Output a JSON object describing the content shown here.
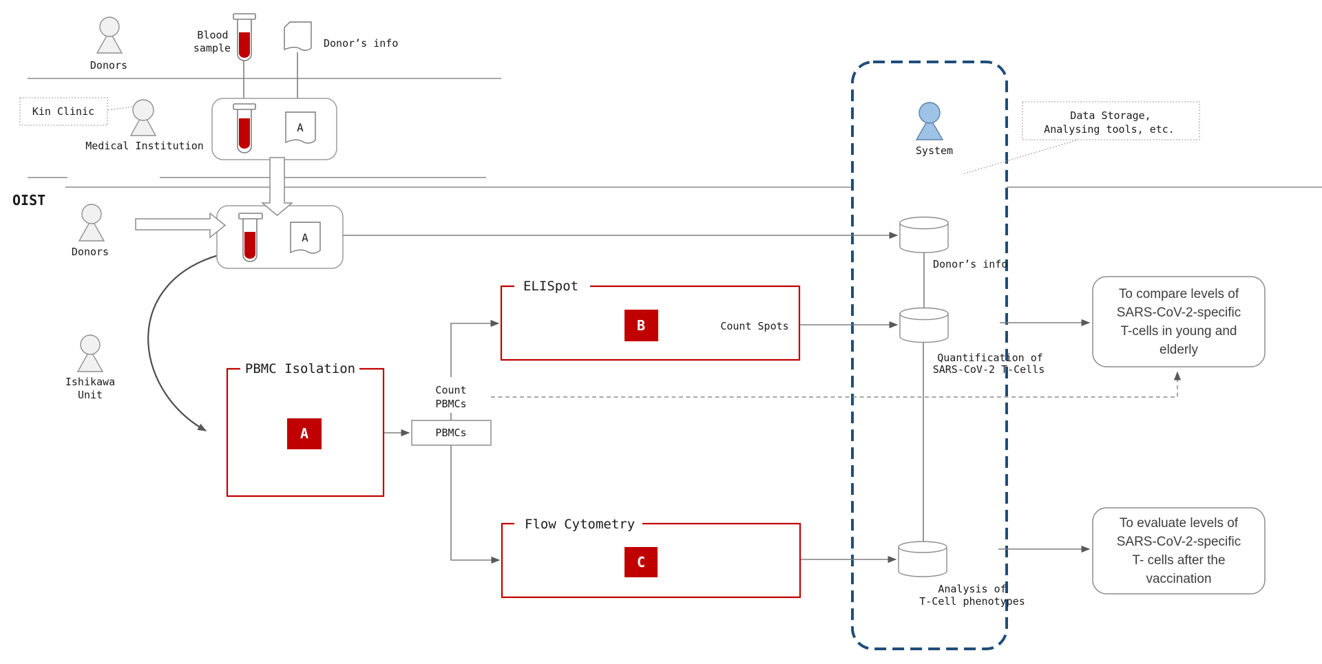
{
  "colors": {
    "accent_red": "#c00000",
    "system_boundary_blue": "#1f4e79",
    "system_person_blue": "#9dc3e6",
    "line_gray": "#7f7f7f",
    "shape_stroke_gray": "#8c8c8c"
  },
  "labels": {
    "oist": "OIST",
    "donors_top": "Donors",
    "blood_1": "Blood",
    "blood_2": "sample",
    "donors_info_top": "Donor’s info",
    "kin_clinic": "Kin Clinic",
    "medical_institution": "Medical Institution",
    "doc_a_clinic": "A",
    "donors_oist": "Donors",
    "doc_a_oist": "A",
    "ishikawa_1": "Ishikawa",
    "ishikawa_2": "Unit",
    "pbmc_title": "PBMC Isolation",
    "pbmc_letter": "A",
    "count_pbmcs_1": "Count",
    "count_pbmcs_2": "PBMCs",
    "pbmcs_box": "PBMCs",
    "elispot_title": "ELISpot",
    "elispot_letter": "B",
    "count_spots": "Count Spots",
    "flow_title": "Flow Cytometry",
    "flow_letter": "C",
    "system": "System",
    "data_storage_1": "Data Storage,",
    "data_storage_2": "Analysing tools, etc.",
    "db_donors_info": "Donor’s info",
    "db_quant_1": "Quantification of",
    "db_quant_2": "SARS-CoV-2 T-Cells",
    "db_analysis_1": "Analysis of",
    "db_analysis_2": "T-Cell phenotypes",
    "outcome_compare_1": "To compare levels of",
    "outcome_compare_2": "SARS-CoV-2-specific",
    "outcome_compare_3": "T-cells in young and",
    "outcome_compare_4": "elderly",
    "outcome_evaluate_1": "To evaluate levels of",
    "outcome_evaluate_2": "SARS-CoV-2-specific",
    "outcome_evaluate_3": "T- cells after the",
    "outcome_evaluate_4": "vaccination"
  }
}
